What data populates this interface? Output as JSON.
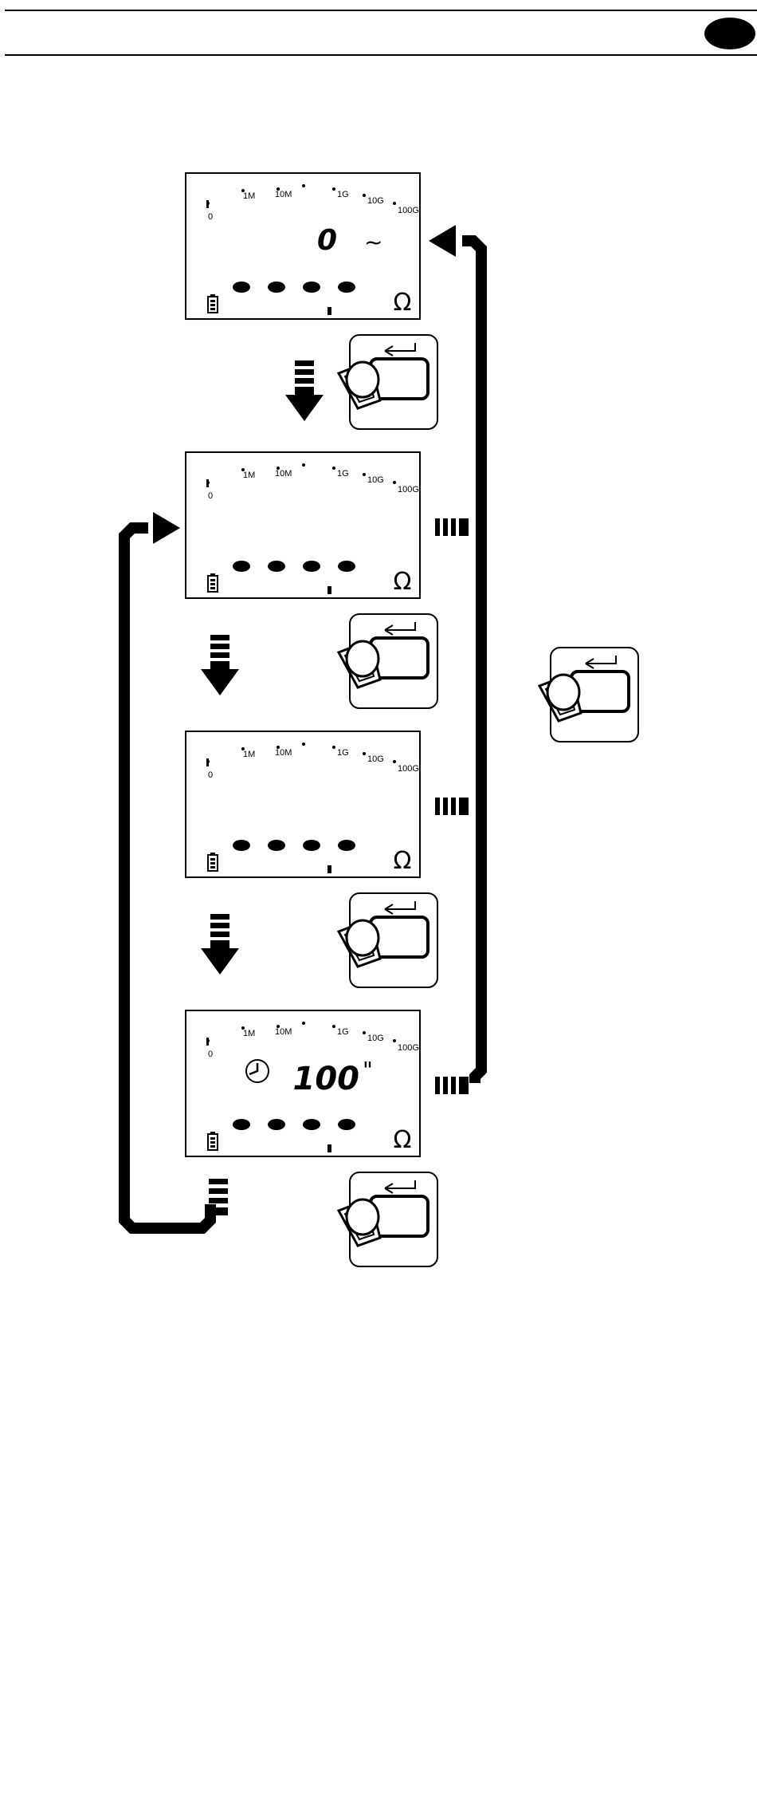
{
  "header": {
    "has_top_rule": true,
    "has_bottom_rule": true,
    "page_tab": "black-oval"
  },
  "scale_labels": [
    "0",
    "1M",
    "10M",
    "1G",
    "10G",
    "100G"
  ],
  "screens": [
    {
      "id": "screen-1",
      "main_value": "0",
      "secondary_symbol": "~",
      "timer": "",
      "unit": "Ω"
    },
    {
      "id": "screen-2",
      "main_value": "",
      "secondary_symbol": "",
      "timer": "",
      "unit": "Ω"
    },
    {
      "id": "screen-3",
      "main_value": "",
      "secondary_symbol": "",
      "timer": "",
      "unit": "Ω"
    },
    {
      "id": "screen-4",
      "main_value": "100",
      "secondary_symbol": "\"",
      "timer": "clock",
      "unit": "Ω"
    }
  ],
  "icons": {
    "enter_button": "enter-button-icon",
    "press_finger": "finger-press-icon",
    "down_arrow": "down-arrow-icon",
    "flow_arrow": "flow-arrow-icon",
    "battery": "battery-icon",
    "clock": "clock-icon"
  },
  "colors": {
    "ink": "#000000",
    "paper": "#ffffff"
  }
}
